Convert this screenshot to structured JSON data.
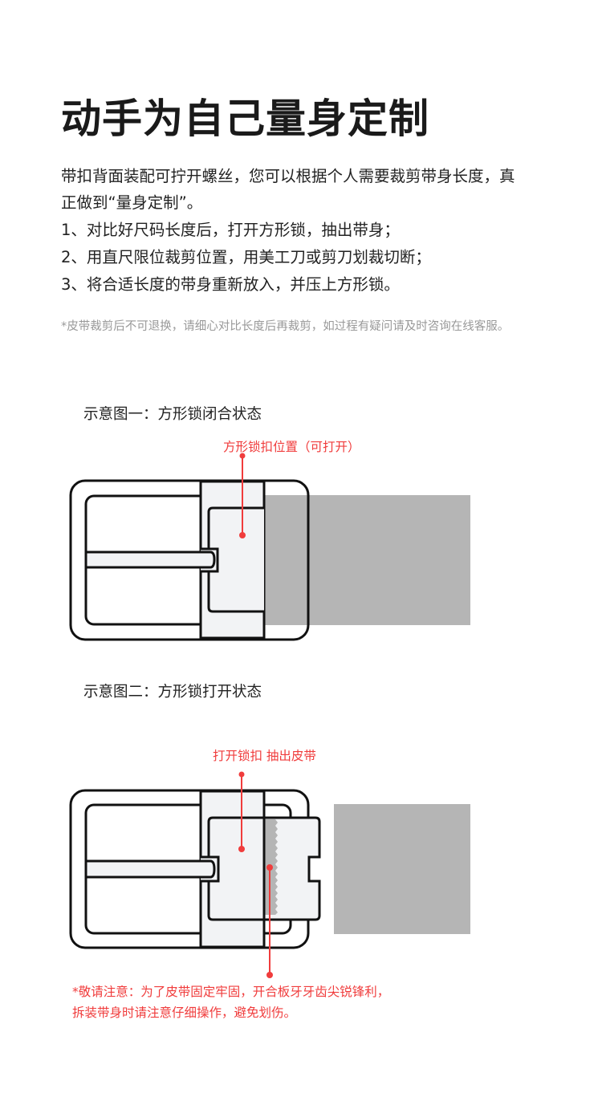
{
  "title": "动手为自己量身定制",
  "intro": [
    "带扣背面装配可拧开螺丝，您可以根据个人需要裁剪带身长度，真",
    "正做到“量身定制”。"
  ],
  "steps": [
    "1、对比好尺码长度后，打开方形锁，抽出带身；",
    "2、用直尺限位裁剪位置，用美工刀或剪刀划裁切断；",
    "3、将合适长度的带身重新放入，并压上方形锁。"
  ],
  "note": "*皮带裁剪后不可退换，请细心对比长度后再裁剪，如过程有疑问请及时咨询在线客服。",
  "diagram1": {
    "caption": "示意图一：方形锁闭合状态",
    "label": "方形锁扣位置（可打开）"
  },
  "diagram2": {
    "caption": "示意图二：方形锁打开状态",
    "label": "打开锁扣 抽出皮带",
    "warning": [
      "*敬请注意：为了皮带固定牢固，开合板牙牙齿尖锐锋利，",
      "拆装带身时请注意仔细操作，避免划伤。"
    ]
  },
  "colors": {
    "accent": "#f03c3c",
    "belt": "#b5b5b5",
    "plate": "#f2f3f5"
  }
}
